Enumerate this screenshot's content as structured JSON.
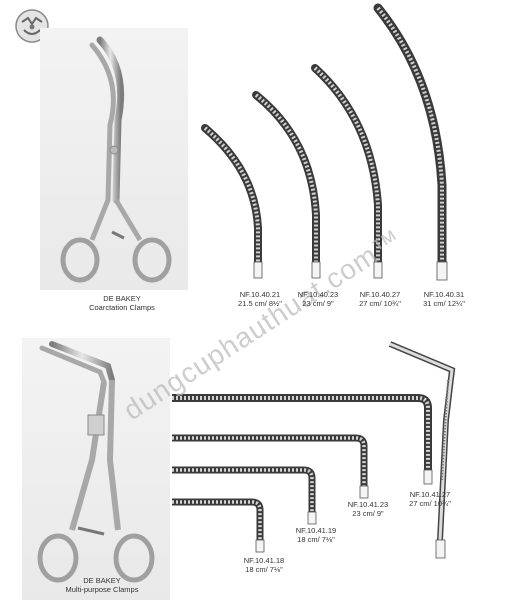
{
  "colors": {
    "steel": "#9a9a9a",
    "steel_dark": "#4a4a4a",
    "photo_bg": "#eeeeee",
    "text": "#333333",
    "watermark": "#b8b8b8"
  },
  "logo": {
    "icon": "brand-logo-icon"
  },
  "watermark": {
    "text": "dungcuphauthuat.com™"
  },
  "top_product": {
    "name": "DE BAKEY",
    "subtitle": "Coarctation Clamps"
  },
  "bottom_product": {
    "name": "DE BAKEY",
    "subtitle": "Multi-purpose Clamps"
  },
  "top_items": [
    {
      "code": "NF.10.40.21",
      "size": "21.5 cm/ 8½\""
    },
    {
      "code": "NF.10.40.23",
      "size": "23 cm/ 9\""
    },
    {
      "code": "NF.10.40.27",
      "size": "27 cm/ 10¾\""
    },
    {
      "code": "NF.10.40.31",
      "size": "31 cm/ 12¼\""
    }
  ],
  "bottom_items": [
    {
      "code": "NF.10.41.18",
      "size": "18 cm/ 7⅛\""
    },
    {
      "code": "NF.10.41.19",
      "size": "18 cm/ 7⅛\""
    },
    {
      "code": "NF.10.41.23",
      "size": "23 cm/ 9\""
    },
    {
      "code": "NF.10.41.27",
      "size": "27 cm/ 10¾\""
    }
  ]
}
